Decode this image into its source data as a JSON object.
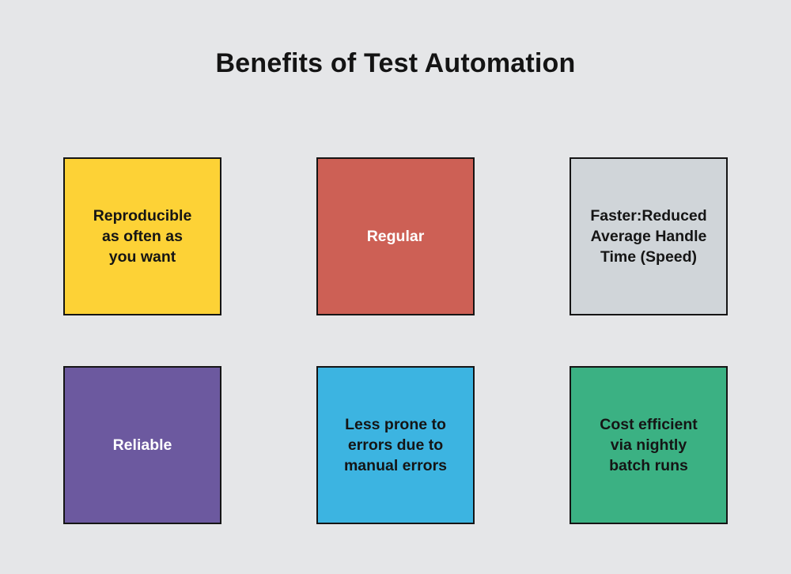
{
  "page": {
    "title": "Benefits of Test Automation",
    "background_color": "#e5e6e8",
    "title_color": "#141414"
  },
  "cards": [
    {
      "id": "reproducible",
      "label": "Reproducible\nas often as\nyou want",
      "fill_color": "#fdd236",
      "text_color": "#151515",
      "border_color": "#151515",
      "row": 1,
      "column": 1
    },
    {
      "id": "regular",
      "label": "Regular",
      "fill_color": "#cd6055",
      "text_color": "#ffffff",
      "border_color": "#151515",
      "row": 1,
      "column": 2
    },
    {
      "id": "faster-reduced-aht",
      "label": "Faster:Reduced\nAverage Handle\nTime (Speed)",
      "fill_color": "#d0d5d9",
      "text_color": "#151515",
      "border_color": "#151515",
      "row": 1,
      "column": 3
    },
    {
      "id": "reliable",
      "label": "Reliable",
      "fill_color": "#6c599f",
      "text_color": "#ffffff",
      "border_color": "#151515",
      "row": 2,
      "column": 1
    },
    {
      "id": "less-prone-to-errors",
      "label": "Less prone to\nerrors due to\nmanual errors",
      "fill_color": "#3cb4e1",
      "text_color": "#151515",
      "border_color": "#151515",
      "row": 2,
      "column": 2
    },
    {
      "id": "cost-efficient",
      "label": "Cost efficient\nvia nightly\nbatch runs",
      "fill_color": "#3bb183",
      "text_color": "#151515",
      "border_color": "#151515",
      "row": 2,
      "column": 3
    }
  ]
}
